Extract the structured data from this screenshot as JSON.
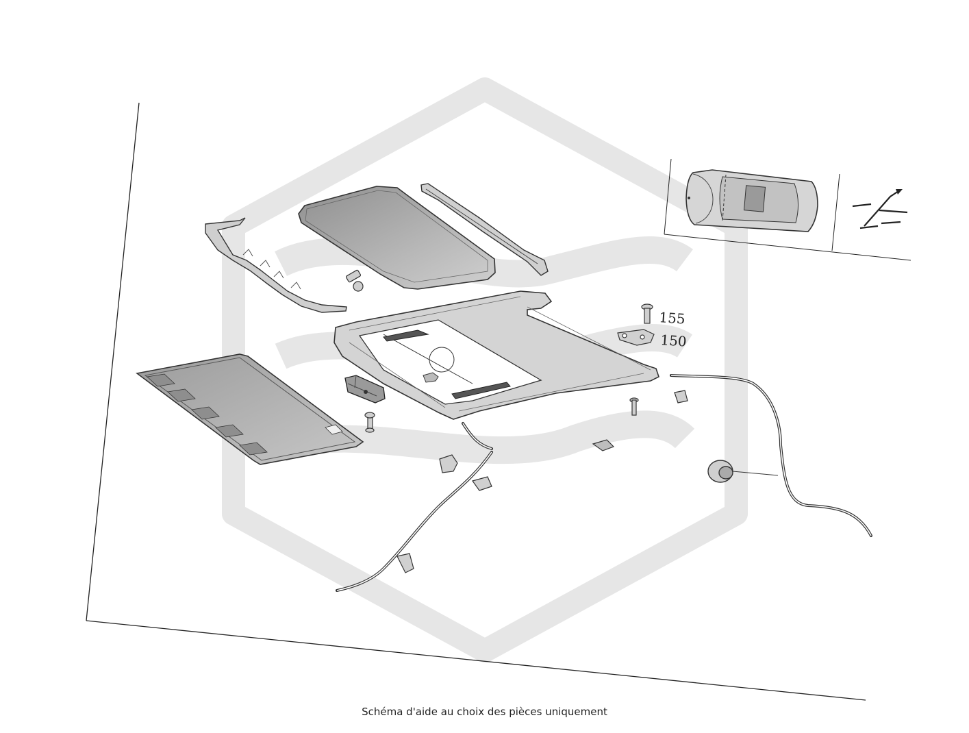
{
  "diagram": {
    "callouts": {
      "part_155": "155",
      "part_150": "150"
    },
    "caption": "Schéma d'aide au choix des pièces uniquement",
    "watermark_color": "#e6e6e6",
    "line_color": "#222222",
    "part_fill": "#c9c9c9",
    "glass_fill": "#a9a9a9"
  }
}
